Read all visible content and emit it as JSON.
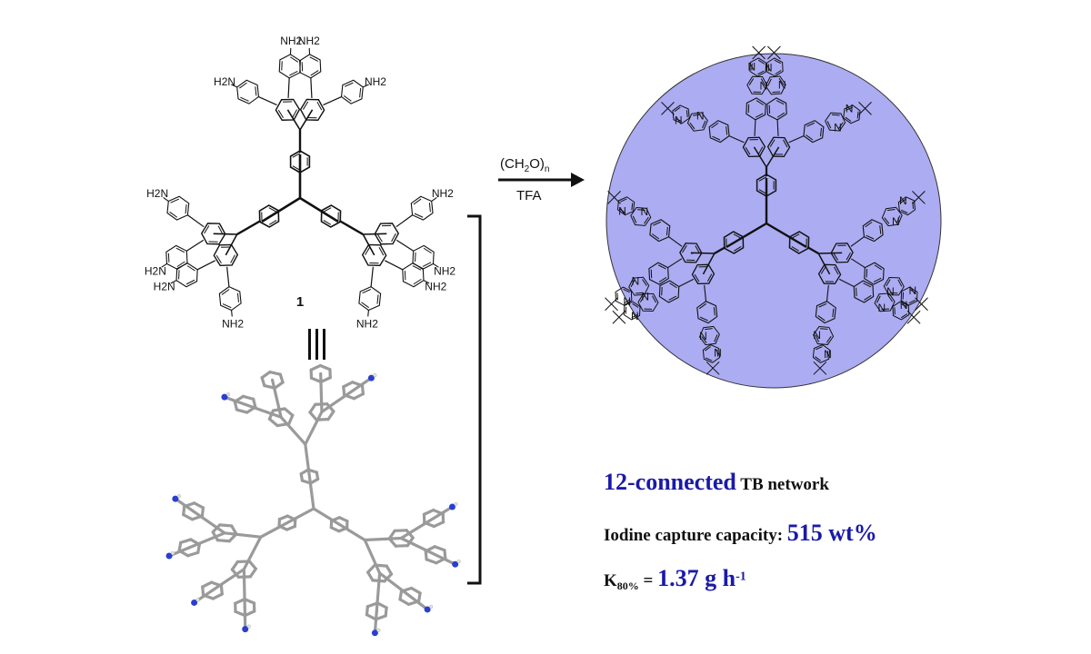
{
  "molecule": {
    "compound_number": "1",
    "amine_label": "NH",
    "amine_subscript": "2",
    "amine_label_left": "H",
    "amine_left_subscript": "2",
    "amine_left_tail": "N",
    "equivalence_symbol": "|||"
  },
  "reaction": {
    "reagent_main": "(CH",
    "reagent_sub": "2",
    "reagent_tail": "O)",
    "reagent_n": "n",
    "catalyst": "TFA"
  },
  "network": {
    "nitrogen_label": "N",
    "fill_color": "#acacf2"
  },
  "stats": {
    "line1_value": "12-connected",
    "line1_text": " TB network",
    "line2_text": "Iodine capture capacity: ",
    "line2_value": "515 wt%",
    "line3_k": "K",
    "line3_sub": "80%",
    "line3_eq": " = ",
    "line3_value": "1.37 g h",
    "line3_sup": "-1"
  },
  "colors": {
    "accent": "#1a1aa8",
    "bond": "#111111",
    "nitrogen_blue": "#2a3fd0",
    "model_gray": "#9a9a9a"
  }
}
